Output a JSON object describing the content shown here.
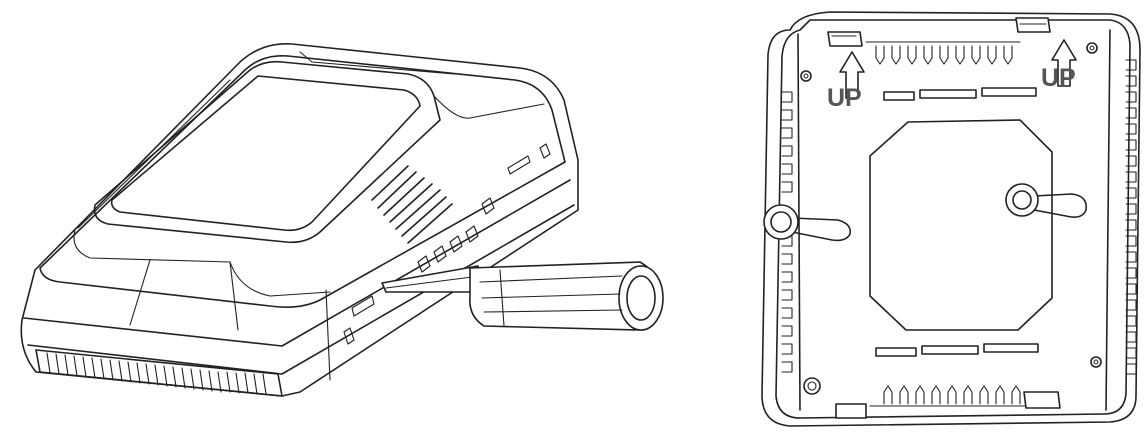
{
  "labels": {
    "up_left": "UP",
    "up_right": "UP"
  },
  "colors": {
    "line": "#222222",
    "label": "#555555",
    "background": "#ffffff"
  },
  "icons": {
    "device": "thermostat-body-illustration",
    "tool": "screwdriver-icon",
    "plate": "mounting-plate-illustration",
    "arrow": "up-arrow-icon"
  }
}
